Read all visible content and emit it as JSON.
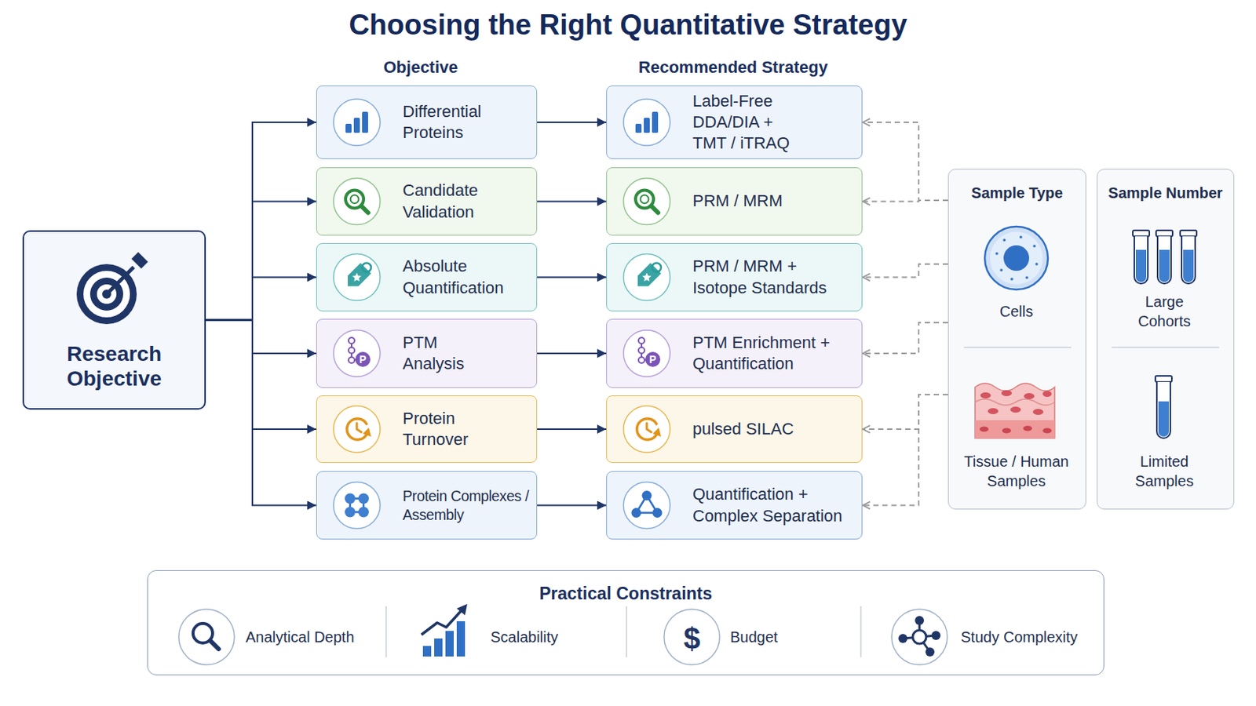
{
  "diagram": {
    "title": "Choosing the Right Quantitative Strategy",
    "nodes": [
      {
        "text": [
          "Research Objective"
        ]
      },
      {
        "text": [
          "Differential Proteins"
        ]
      },
      {
        "text": [
          "Candidate Validation"
        ]
      },
      {
        "text": [
          "Absolute Quantification"
        ]
      },
      {
        "text": [
          "PTM Analysis"
        ]
      },
      {
        "text": [
          "Protein Turnover"
        ]
      },
      {
        "text": [
          "Protein Complexes / Assembly"
        ]
      },
      {
        "text": [
          "Label-Free DDA/DIA + TMT / iTRAQ"
        ]
      },
      {
        "text": [
          "PRM / MRM"
        ]
      },
      {
        "text": [
          "PRM / MRM + Isotope Standards"
        ]
      },
      {
        "text": [
          "PTM Enrichment + Quantification"
        ]
      },
      {
        "text": [
          "pulsed SILAC"
        ]
      },
      {
        "text": [
          "Quantification + Complex Separation"
        ]
      },
      {
        "text": [
          "Sample Type"
        ]
      },
      {
        "text": [
          "Sample Number"
        ]
      },
      {
        "text": [
          "Practical Constraints"
        ]
      }
    ],
    "edges": [
      {
        "from": 0,
        "to": 1,
        "arrow": "to"
      },
      {
        "from": 0,
        "to": 2,
        "arrow": "to"
      },
      {
        "from": 0,
        "to": 3,
        "arrow": "to"
      },
      {
        "from": 0,
        "to": 4,
        "arrow": "to"
      },
      {
        "from": 0,
        "to": 5,
        "arrow": "to"
      },
      {
        "from": 0,
        "to": 6,
        "arrow": "to"
      },
      {
        "from": 1,
        "to": 7,
        "arrow": "to"
      },
      {
        "from": 2,
        "to": 8,
        "arrow": "to"
      },
      {
        "from": 3,
        "to": 9,
        "arrow": "to"
      },
      {
        "from": 4,
        "to": 10,
        "arrow": "to"
      },
      {
        "from": 5,
        "to": 11,
        "arrow": "to"
      },
      {
        "from": 6,
        "to": 12,
        "arrow": "to"
      },
      {
        "from": 13,
        "to": 7,
        "arrow": "to"
      },
      {
        "from": 13,
        "to": 8,
        "arrow": "to"
      },
      {
        "from": 13,
        "to": 9,
        "arrow": "to"
      },
      {
        "from": 13,
        "to": 10,
        "arrow": "to"
      },
      {
        "from": 13,
        "to": 11,
        "arrow": "to"
      },
      {
        "from": 13,
        "to": 12,
        "arrow": "to"
      }
    ],
    "labels": [
      "Objective",
      "Recommended Strategy",
      "P",
      "P",
      "Cells",
      "Tissue / Human Samples",
      "Large Cohorts",
      "Limited Samples",
      "Analytical Depth",
      "Scalability",
      "$",
      "Budget",
      "Study Complexity"
    ]
  }
}
